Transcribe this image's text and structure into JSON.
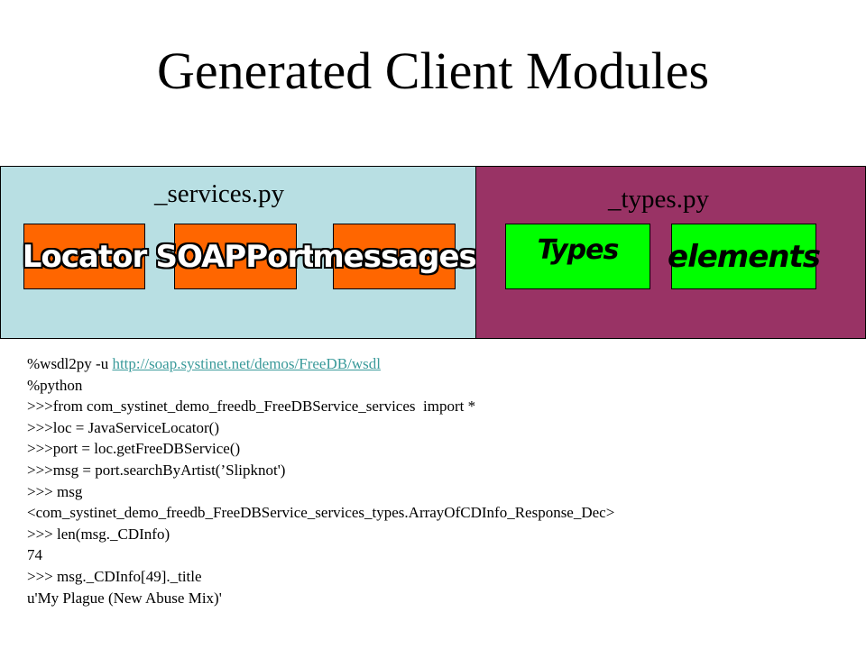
{
  "title": "Generated Client Modules",
  "panels": {
    "services": {
      "label": "_services.py",
      "boxes": [
        "Locator",
        "SOAPPort",
        "messages"
      ]
    },
    "types": {
      "label": "_types.py",
      "boxes": [
        "Types",
        "elements"
      ]
    }
  },
  "code": {
    "first_prefix": "%wsdl2py -u ",
    "first_link": "http://soap.systinet.net/demos/FreeDB/wsdl",
    "lines": [
      "%python",
      ">>>from com_systinet_demo_freedb_FreeDBService_services  import *",
      ">>>loc = JavaServiceLocator()",
      ">>>port = loc.getFreeDBService()",
      ">>>msg = port.searchByArtist(’Slipknot')",
      ">>> msg",
      "<com_systinet_demo_freedb_FreeDBService_services_types.ArrayOfCDInfo_Response_Dec>",
      ">>> len(msg._CDInfo)",
      "74",
      ">>> msg._CDInfo[49]._title",
      "u'My Plague (New Abuse Mix)'"
    ]
  },
  "colors": {
    "services_panel": "#b8dfe3",
    "types_panel": "#993365",
    "orange_box": "#ff6600",
    "green_box": "#00ff00",
    "link": "#3a9a9a"
  }
}
